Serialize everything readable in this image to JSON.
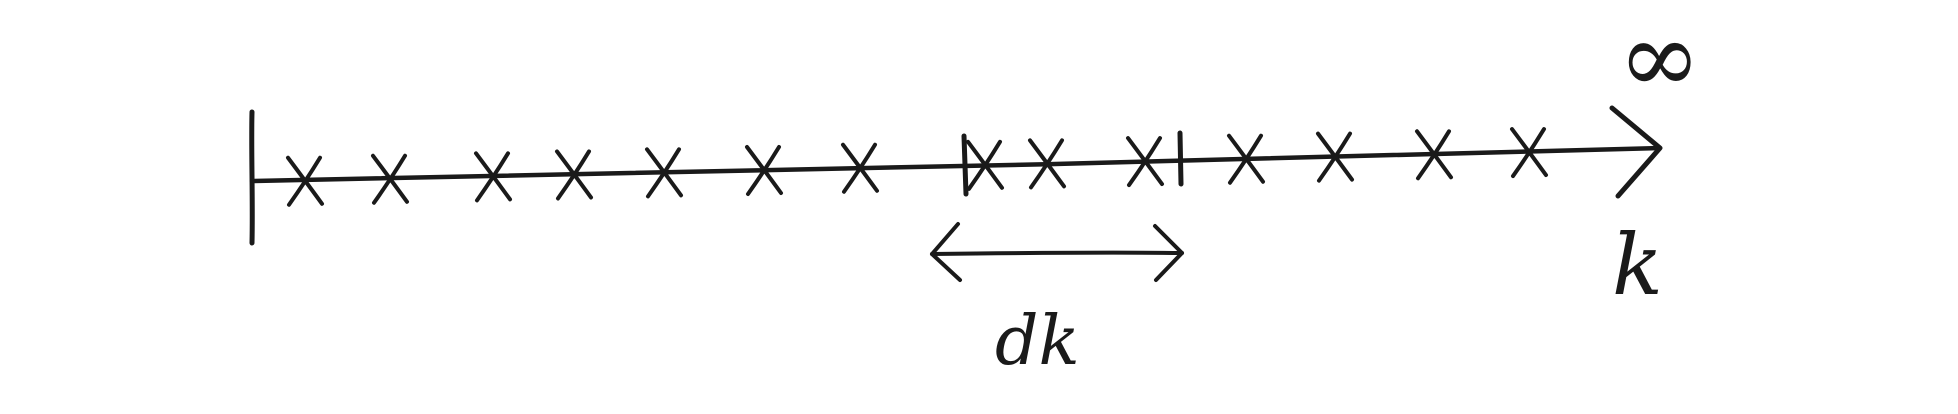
{
  "diagram": {
    "axis": {
      "variable_label": "k",
      "end_label": "∞"
    },
    "mark_count": 14,
    "interval": {
      "label": "dk",
      "marks_inside": 3
    },
    "colors": {
      "ink": "#1a1a1a",
      "background": "#ffffff"
    }
  }
}
